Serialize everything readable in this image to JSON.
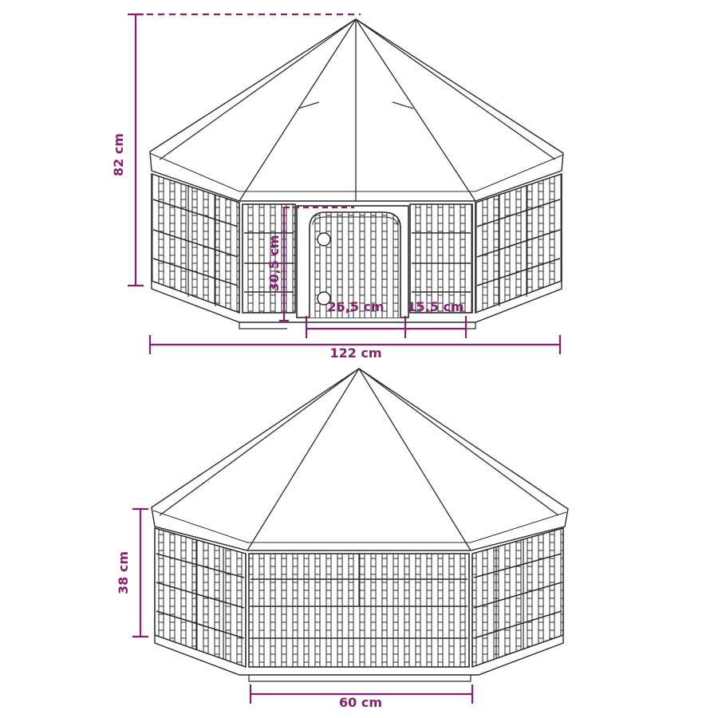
{
  "colors": {
    "dimension": "#8a1e6e",
    "drawing": "#2a2a2a",
    "background": "#ffffff"
  },
  "top_view": {
    "height_label": "82 cm",
    "door_height_label": "30,5 cm",
    "door_width_label": "26,5 cm",
    "side_gap_label": "15,5 cm",
    "total_width_label": "122 cm"
  },
  "bottom_view": {
    "height_label": "38 cm",
    "panel_width_label": "60 cm"
  }
}
